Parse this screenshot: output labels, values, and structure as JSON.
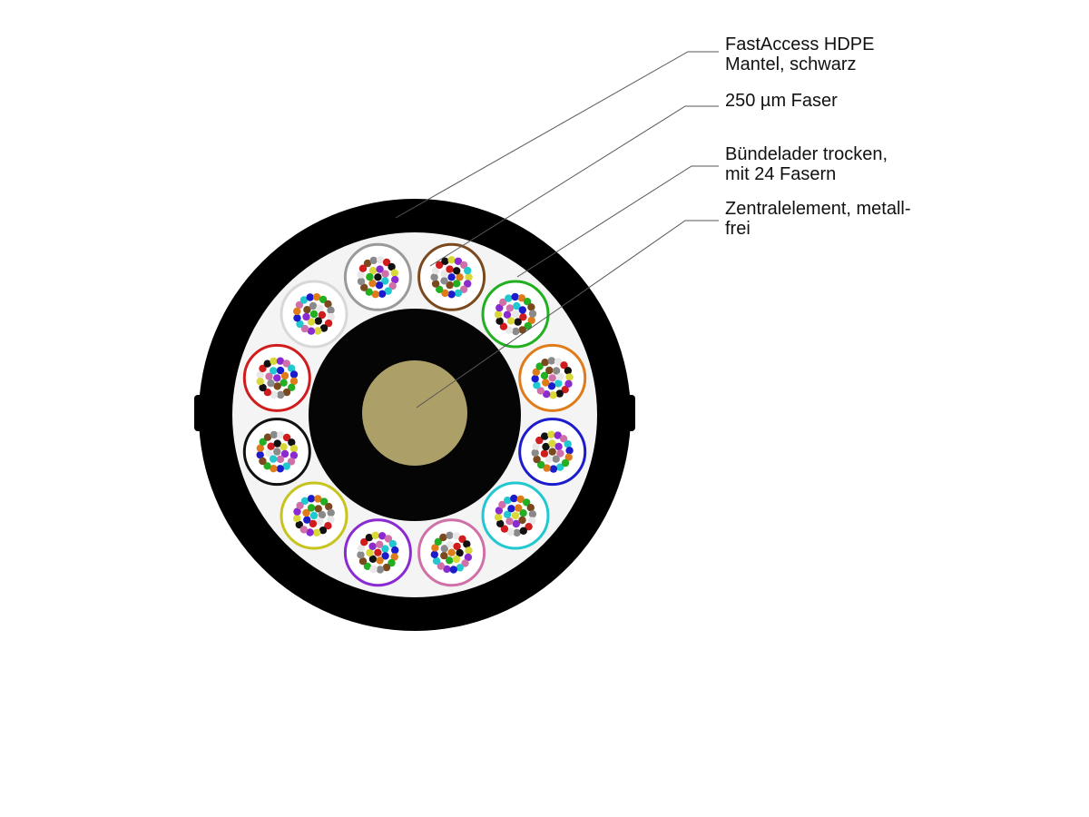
{
  "callouts": [
    {
      "id": "jacket",
      "lines": [
        "FastAccess HDPE",
        "Mantel, schwarz"
      ]
    },
    {
      "id": "fiber",
      "lines": [
        "250 µm Faser"
      ]
    },
    {
      "id": "tube",
      "lines": [
        "Bündelader trocken,",
        "mit 24 Fasern"
      ]
    },
    {
      "id": "central",
      "lines": [
        "Zentralelement, metall-",
        "frei"
      ]
    }
  ],
  "colors": {
    "jacket": "#000000",
    "filler": "#f4f4f4",
    "core_wrap": "#050505",
    "central_element": "#ad9f68",
    "leader_line": "#555555",
    "tube_colors": [
      "#7a4a1e",
      "#22b022",
      "#e07b1a",
      "#1c1ccc",
      "#22c8d0",
      "#d070a8",
      "#8a2ad0",
      "#c8c41e",
      "#111111",
      "#d01c1c",
      "#d8d8d8",
      "#9a9a9a"
    ],
    "fiber_colors": [
      "#1c1ccc",
      "#e07b1a",
      "#22b022",
      "#7a4a1e",
      "#8a8a8a",
      "#e8e8e8",
      "#d01c1c",
      "#111111",
      "#d8d838",
      "#8a2ad0",
      "#d070a8",
      "#22c8d0"
    ]
  },
  "tube_count": 12,
  "fibers_per_tube": 24
}
